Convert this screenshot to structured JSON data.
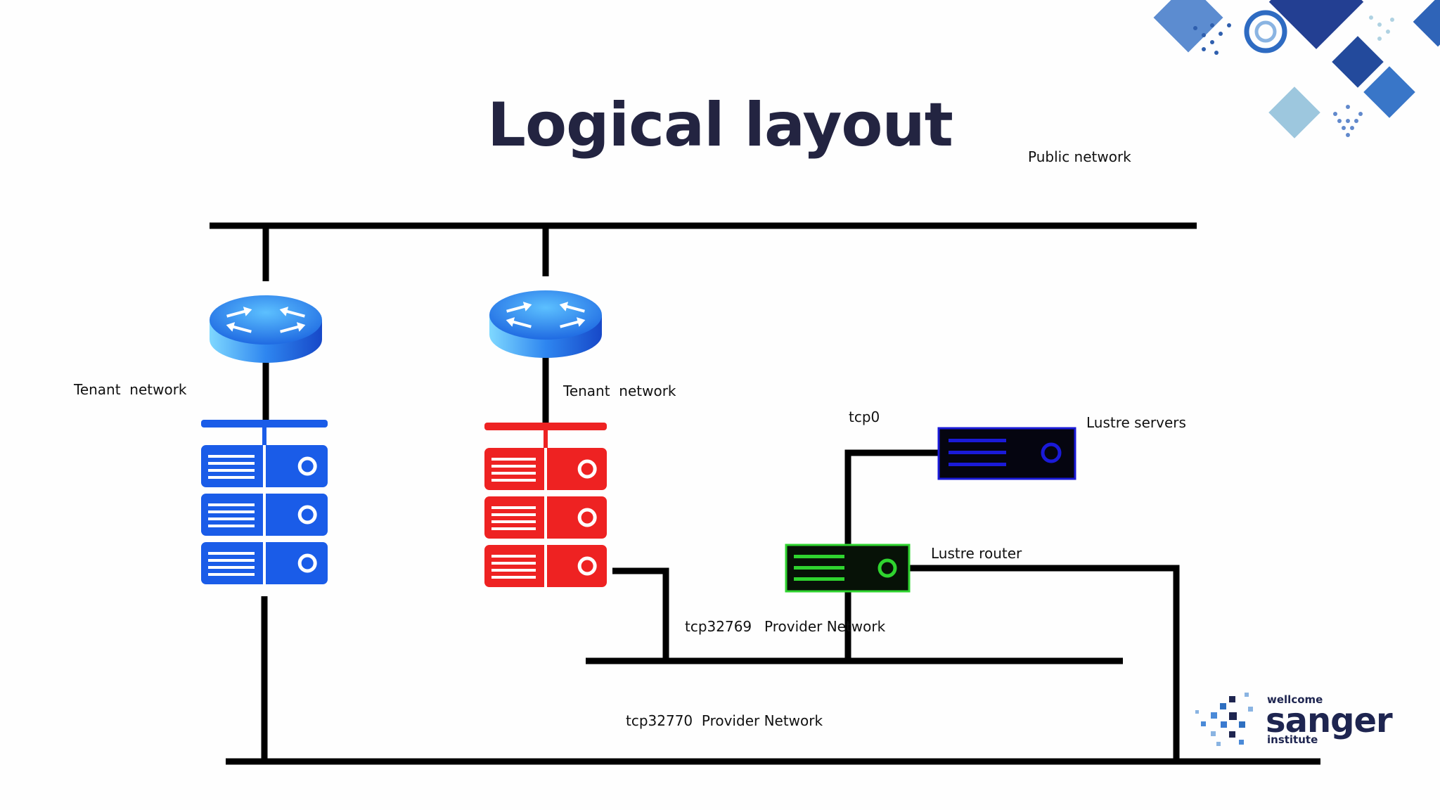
{
  "title": "Logical layout",
  "labels": {
    "public_network": "Public network",
    "tenant_network_left": "Tenant  network",
    "tenant_network_right": "Tenant  network",
    "tcp0": "tcp0",
    "lustre_servers": "Lustre servers",
    "lustre_router": "Lustre router",
    "tcp32769": "tcp32769",
    "provider_network": "Provider Network",
    "tcp32770": "tcp32770  Provider Network"
  },
  "logo": {
    "line1": "wellcome",
    "line2": "sanger",
    "line3": "institute"
  },
  "colors": {
    "title": "#232441",
    "blue_server": "#1a5ce8",
    "red_server": "#ee2222",
    "router": "#2a8ff0",
    "lustre_server": "#1818c8",
    "lustre_router": "#2fd42f",
    "logo_dark": "#1e2550"
  },
  "icons": [
    "router-icon",
    "server-rack-icon",
    "lustre-server-icon",
    "lustre-router-icon",
    "sanger-logo-icon"
  ]
}
